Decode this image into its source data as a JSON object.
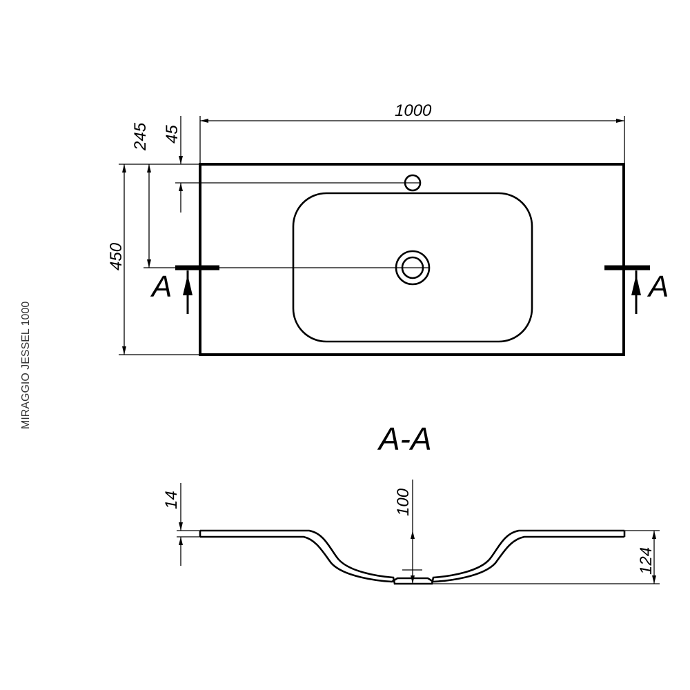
{
  "model_label": "MIRAGGIO JESSEL 1000",
  "dimensions": {
    "width": "1000",
    "depth": "450",
    "drain_offset": "245",
    "tap_hole_offset": "45",
    "slab_thickness": "14",
    "bowl_depth": "100",
    "total_height": "124"
  },
  "section": {
    "marker_letter": "A",
    "title": "A-A"
  }
}
